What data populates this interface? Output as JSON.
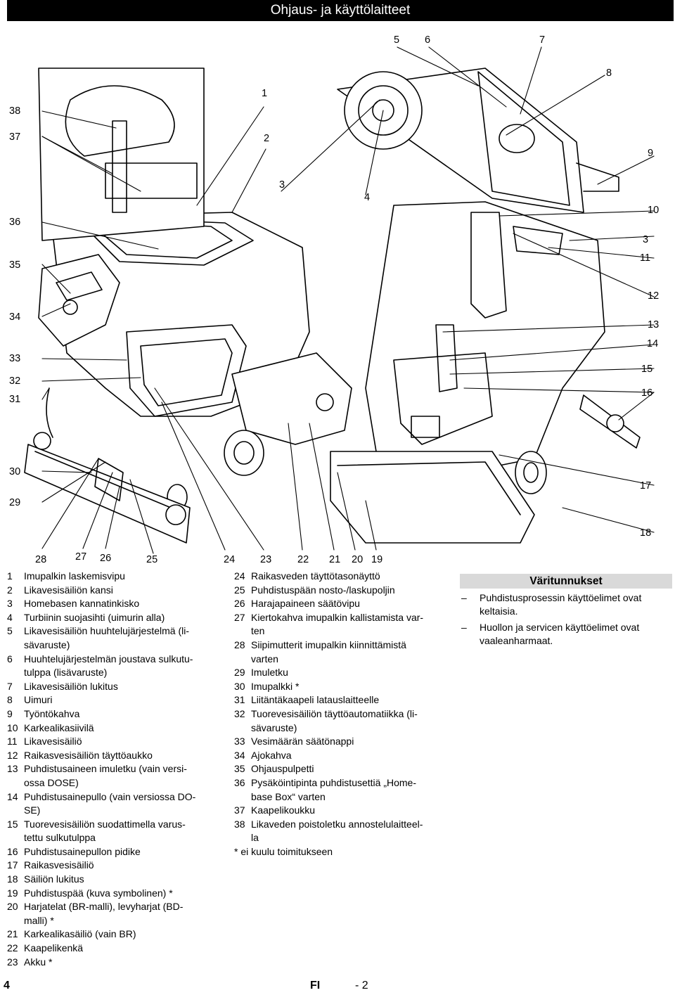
{
  "header": {
    "title": "Ohjaus- ja käyttölaitteet"
  },
  "callouts": {
    "n1": "1",
    "n2": "2",
    "n3a": "3",
    "n4": "4",
    "n5": "5",
    "n6": "6",
    "n7": "7",
    "n8": "8",
    "n9": "9",
    "n10": "10",
    "n3b": "3",
    "n11": "11",
    "n12": "12",
    "n13": "13",
    "n14": "14",
    "n15": "15",
    "n16": "16",
    "n17": "17",
    "n18": "18",
    "n38": "38",
    "n37": "37",
    "n36": "36",
    "n35": "35",
    "n34": "34",
    "n33": "33",
    "n32": "32",
    "n31": "31",
    "n30": "30",
    "n29": "29",
    "n28": "28",
    "n27": "27",
    "n26": "26",
    "n25": "25",
    "n24": "24",
    "n23": "23",
    "n22": "22",
    "n21": "21",
    "n20": "20",
    "n19": "19"
  },
  "legend_left": [
    {
      "num": "1",
      "text": "Imupalkin laskemisvipu"
    },
    {
      "num": "2",
      "text": "Likavesisäiliön kansi"
    },
    {
      "num": "3",
      "text": "Homebasen kannatinkisko"
    },
    {
      "num": "4",
      "text": "Turbiinin suojasihti (uimurin alla)"
    },
    {
      "num": "5",
      "text": "Likavesisäiliön huuhtelujärjestelmä (li-\nsävaruste)"
    },
    {
      "num": "6",
      "text": "Huuhtelujärjestelmän joustava sulkutu-\ntulppa (lisävaruste)"
    },
    {
      "num": "7",
      "text": "Likavesisäiliön lukitus"
    },
    {
      "num": "8",
      "text": "Uimuri"
    },
    {
      "num": "9",
      "text": "Työntökahva"
    },
    {
      "num": "10",
      "text": "Karkealikasiivilä"
    },
    {
      "num": "11",
      "text": "Likavesisäiliö"
    },
    {
      "num": "12",
      "text": "Raikasvesisäiliön täyttöaukko"
    },
    {
      "num": "13",
      "text": "Puhdistusaineen imuletku (vain versi-\nossa DOSE)"
    },
    {
      "num": "14",
      "text": "Puhdistusainepullo (vain versiossa DO-\nSE)"
    },
    {
      "num": "15",
      "text": "Tuorevesisäiliön suodattimella varus-\ntettu sulkutulppa"
    },
    {
      "num": "16",
      "text": "Puhdistusainepullon pidike"
    },
    {
      "num": "17",
      "text": "Raikasvesisäiliö"
    },
    {
      "num": "18",
      "text": "Säiliön lukitus"
    },
    {
      "num": "19",
      "text": "Puhdistuspää (kuva symbolinen) *"
    },
    {
      "num": "20",
      "text": "Harjatelat (BR-malli), levyharjat (BD-\nmalli) *"
    },
    {
      "num": "21",
      "text": "Karkealikasäiliö (vain BR)"
    },
    {
      "num": "22",
      "text": "Kaapelikenkä"
    },
    {
      "num": "23",
      "text": "Akku *"
    }
  ],
  "legend_right": [
    {
      "num": "24",
      "text": "Raikasveden täyttötasonäyttö"
    },
    {
      "num": "25",
      "text": "Puhdistuspään nosto-/laskupoljin"
    },
    {
      "num": "26",
      "text": "Harajapaineen säätövipu"
    },
    {
      "num": "27",
      "text": "Kiertokahva imupalkin kallistamista var-\nten"
    },
    {
      "num": "28",
      "text": "Siipimutterit imupalkin kiinnittämistä\nvarten"
    },
    {
      "num": "29",
      "text": "Imuletku"
    },
    {
      "num": "30",
      "text": "Imupalkki *"
    },
    {
      "num": "31",
      "text": "Liitäntäkaapeli latauslaitteelle"
    },
    {
      "num": "32",
      "text": "Tuorevesisäiliön täyttöautomatiikka (li-\nsävaruste)"
    },
    {
      "num": "33",
      "text": "Vesimäärän säätönappi"
    },
    {
      "num": "34",
      "text": "Ajokahva"
    },
    {
      "num": "35",
      "text": "Ohjauspulpetti"
    },
    {
      "num": "36",
      "text": "Pysäköintipinta puhdistusettiä „Home-\nbase Box“ varten"
    },
    {
      "num": "37",
      "text": "Kaapelikoukku"
    },
    {
      "num": "38",
      "text": "Likaveden poistoletku annostelulaitteel-\nla"
    }
  ],
  "legend_note": "* ei kuulu toimitukseen",
  "colors_box": {
    "title": "Väritunnukset",
    "items": [
      {
        "dash": "–",
        "text": "Puhdistusprosessin käyttöelimet ovat\nkeltaisia."
      },
      {
        "dash": "–",
        "text": "Huollon ja servicen käyttöelimet ovat\nvaaleanharmaat."
      }
    ]
  },
  "footer": {
    "page": "4",
    "lang": "FI",
    "sub": "- 2"
  }
}
